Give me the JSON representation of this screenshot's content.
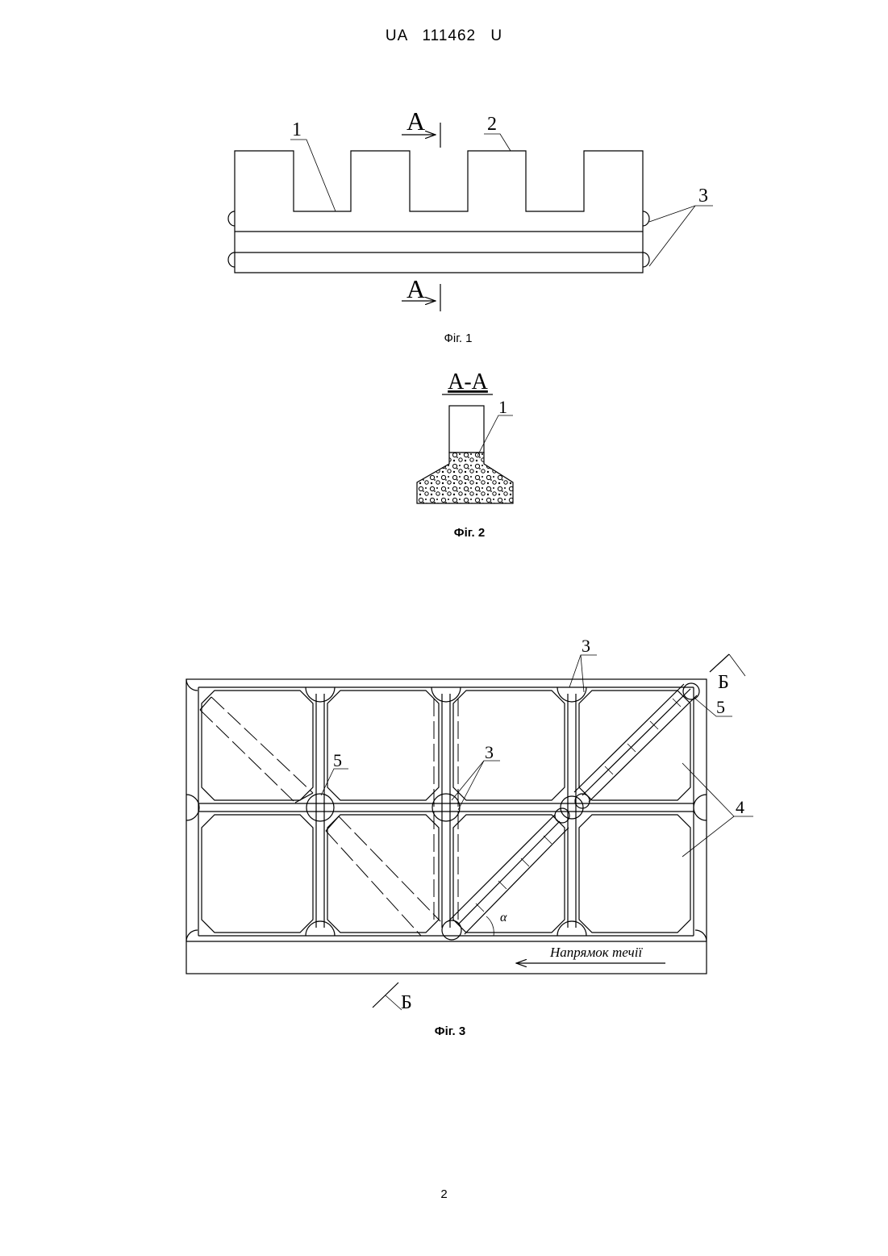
{
  "header": {
    "patent_number": "UA   111462   U"
  },
  "figure1": {
    "caption": "Фіг. 1",
    "section_mark": "А",
    "label_1": "1",
    "label_2": "2",
    "label_3": "3"
  },
  "figure2": {
    "caption": "Фіг. 2",
    "section_title": "А-А",
    "label_1": "1"
  },
  "figure3": {
    "caption": "Фіг. 3",
    "section_mark": "Б",
    "label_3_top": "3",
    "label_3_mid": "3",
    "label_4": "4",
    "label_5_left": "5",
    "label_5_right": "5",
    "angle_label": "α",
    "flow_label": "Напрямок течії"
  },
  "footer": {
    "page_number": "2"
  }
}
